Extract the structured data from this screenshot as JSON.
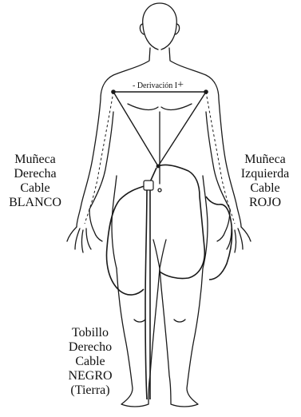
{
  "colors": {
    "line": "#1a1a1a",
    "text": "#111111",
    "background": "#ffffff"
  },
  "diagram": {
    "lead": {
      "minus": "-",
      "name": "Derivación I",
      "plus": "+"
    },
    "labels": {
      "right_wrist": "Muñeca\nDerecha\nCable\nBLANCO",
      "left_wrist": "Muñeca\nIzquierda\nCable\nROJO",
      "right_ankle": "Tobillo\nDerecho\nCable\nNEGRO\n(Tierra)"
    },
    "figure": "human-body-front-outline"
  }
}
